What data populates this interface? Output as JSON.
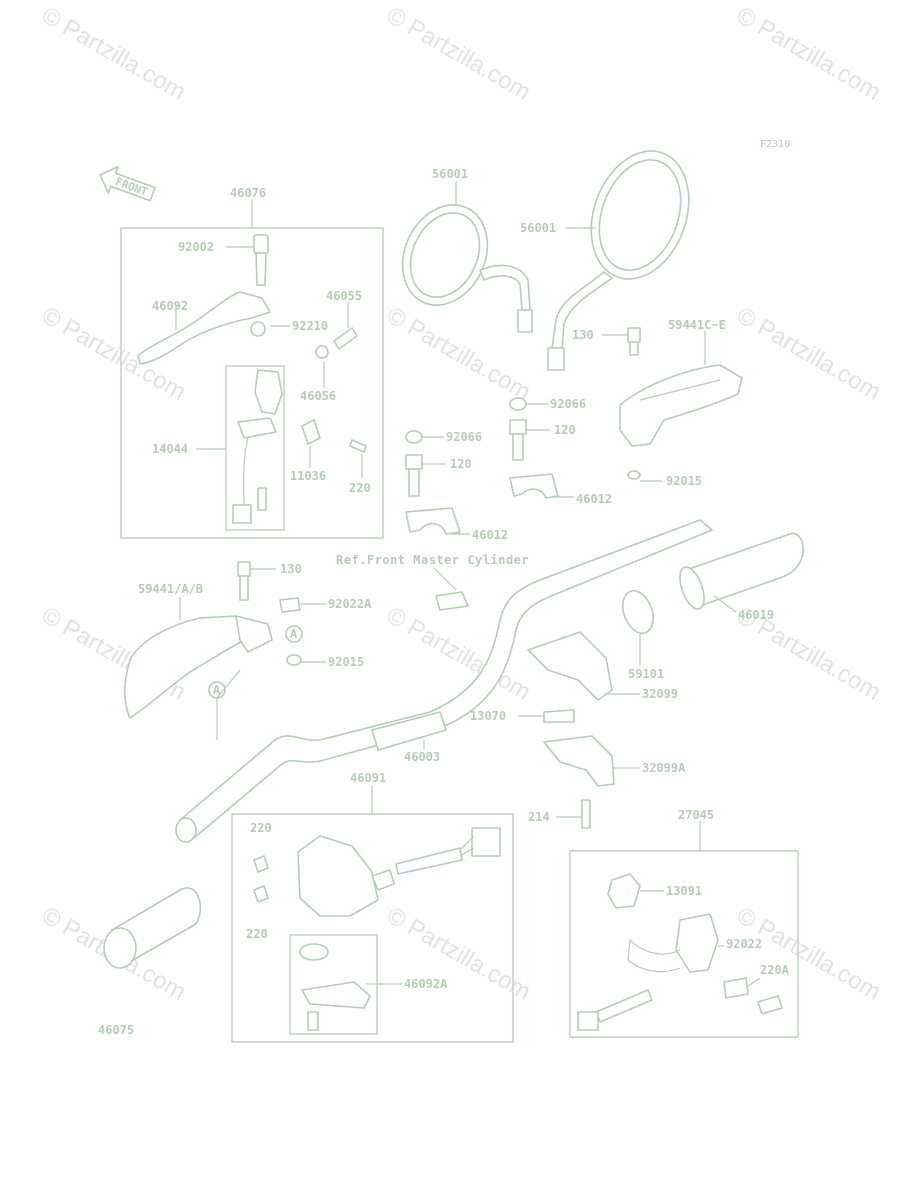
{
  "figure_code": "F2310",
  "front_arrow_text": "FRONT",
  "reference_note": "Ref.Front Master Cylinder",
  "callout_a": "A",
  "watermark_text": "Partzilla.com",
  "watermark_symbol": "©",
  "colors": {
    "line": "#b4ceb4",
    "box": "#c2d7c2",
    "watermark": "#e2e2e2"
  },
  "part_labels": [
    {
      "id": "46076-top",
      "text": "46076"
    },
    {
      "id": "92002",
      "text": "92002"
    },
    {
      "id": "46092",
      "text": "46092"
    },
    {
      "id": "92210",
      "text": "92210"
    },
    {
      "id": "46055",
      "text": "46055"
    },
    {
      "id": "46056",
      "text": "46056"
    },
    {
      "id": "14044",
      "text": "14044"
    },
    {
      "id": "11036",
      "text": "11036"
    },
    {
      "id": "220-upper",
      "text": "220"
    },
    {
      "id": "56001-left",
      "text": "56001"
    },
    {
      "id": "56001-right",
      "text": "56001"
    },
    {
      "id": "130-right",
      "text": "130"
    },
    {
      "id": "59441c-e",
      "text": "59441C~E"
    },
    {
      "id": "92066-a",
      "text": "92066"
    },
    {
      "id": "120-a",
      "text": "120"
    },
    {
      "id": "92066-b",
      "text": "92066"
    },
    {
      "id": "120-b",
      "text": "120"
    },
    {
      "id": "92015-right",
      "text": "92015"
    },
    {
      "id": "46012-a",
      "text": "46012"
    },
    {
      "id": "46012-b",
      "text": "46012"
    },
    {
      "id": "130-left",
      "text": "130"
    },
    {
      "id": "59441ab",
      "text": "59441/A/B"
    },
    {
      "id": "92022a",
      "text": "92022A"
    },
    {
      "id": "92015-left",
      "text": "92015"
    },
    {
      "id": "46019",
      "text": "46019"
    },
    {
      "id": "59101",
      "text": "59101"
    },
    {
      "id": "32099",
      "text": "32099"
    },
    {
      "id": "13070",
      "text": "13070"
    },
    {
      "id": "46003",
      "text": "46003"
    },
    {
      "id": "32099a",
      "text": "32099A"
    },
    {
      "id": "214",
      "text": "214"
    },
    {
      "id": "46091",
      "text": "46091"
    },
    {
      "id": "27045",
      "text": "27045"
    },
    {
      "id": "220-lower-a",
      "text": "220"
    },
    {
      "id": "220-lower-b",
      "text": "220"
    },
    {
      "id": "13091",
      "text": "13091"
    },
    {
      "id": "92022",
      "text": "92022"
    },
    {
      "id": "220a",
      "text": "220A"
    },
    {
      "id": "46092a",
      "text": "46092A"
    },
    {
      "id": "46075",
      "text": "46075"
    }
  ]
}
